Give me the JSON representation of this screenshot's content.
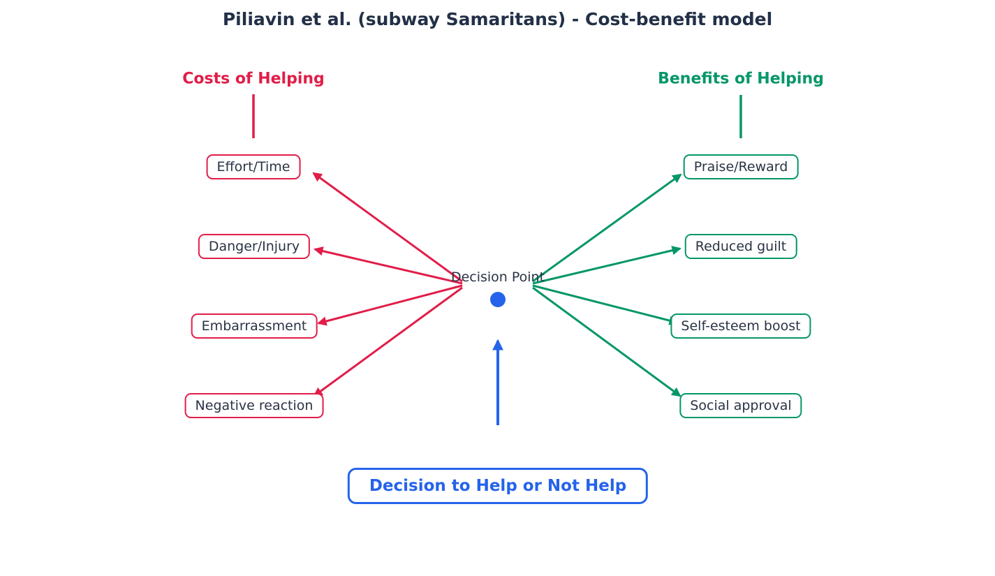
{
  "title": "Piliavin et al. (subway Samaritans) - Cost-benefit model",
  "costs": {
    "header": "Costs of Helping",
    "items": [
      "Effort/Time",
      "Danger/Injury",
      "Embarrassment",
      "Negative reaction"
    ]
  },
  "benefits": {
    "header": "Benefits of Helping",
    "items": [
      "Praise/Reward",
      "Reduced guilt",
      "Self-esteem boost",
      "Social approval"
    ]
  },
  "center": {
    "label": "Decision Point"
  },
  "decision": {
    "label": "Decision to Help or Not Help"
  },
  "colors": {
    "cost_accent": "#e11d48",
    "benefit_accent": "#059669",
    "decision_accent": "#2563eb",
    "title_text": "#223047",
    "node_text": "#2a3344"
  }
}
